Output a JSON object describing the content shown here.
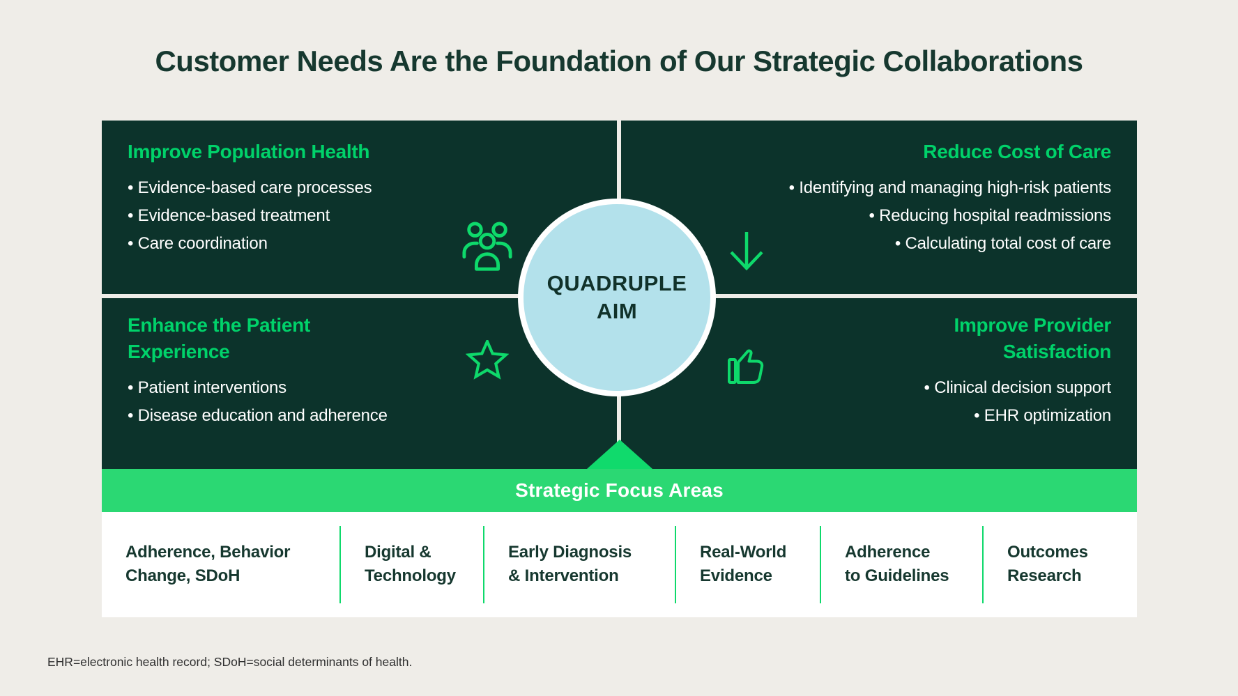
{
  "title": "Customer Needs Are the Foundation of Our Strategic Collaborations",
  "center_circle": {
    "label": "QUADRUPLE\nAIM"
  },
  "bullet_char": "•",
  "quadrants": {
    "top_left": {
      "heading": "Improve Population Health",
      "icon": "people-group-icon",
      "bullets": [
        "Evidence-based care processes",
        "Evidence-based treatment",
        "Care coordination"
      ]
    },
    "top_right": {
      "heading": "Reduce Cost of Care",
      "icon": "arrow-down-icon",
      "bullets": [
        "Identifying and managing high-risk patients",
        "Reducing hospital readmissions",
        "Calculating total cost of care"
      ]
    },
    "bottom_left": {
      "heading": "Enhance the Patient\nExperience",
      "icon": "star-icon",
      "bullets": [
        "Patient interventions",
        "Disease education and adherence"
      ]
    },
    "bottom_right": {
      "heading": "Improve Provider\nSatisfaction",
      "icon": "thumbs-up-icon",
      "bullets": [
        "Clinical decision support",
        "EHR optimization"
      ]
    }
  },
  "focus_band": {
    "label": "Strategic Focus Areas"
  },
  "focus_areas": [
    {
      "label": "Adherence, Behavior\nChange, SDoH"
    },
    {
      "label": "Digital &\nTechnology"
    },
    {
      "label": "Early Diagnosis\n& Intervention"
    },
    {
      "label": "Real-World\nEvidence"
    },
    {
      "label": "Adherence\nto Guidelines"
    },
    {
      "label": "Outcomes\nResearch"
    }
  ],
  "footnote": "EHR=electronic health record; SDoH=social determinants of health.",
  "colors": {
    "background": "#EFEDE8",
    "panel_dark": "#0C332B",
    "accent_green": "#00D26A",
    "icon_green": "#0ED96B",
    "band_green": "#2BD873",
    "triangle_green": "#10DA6C",
    "circle_blue": "#B3E1EB",
    "heading_dark": "#16382F",
    "bullet_white": "#FFFFFF"
  }
}
